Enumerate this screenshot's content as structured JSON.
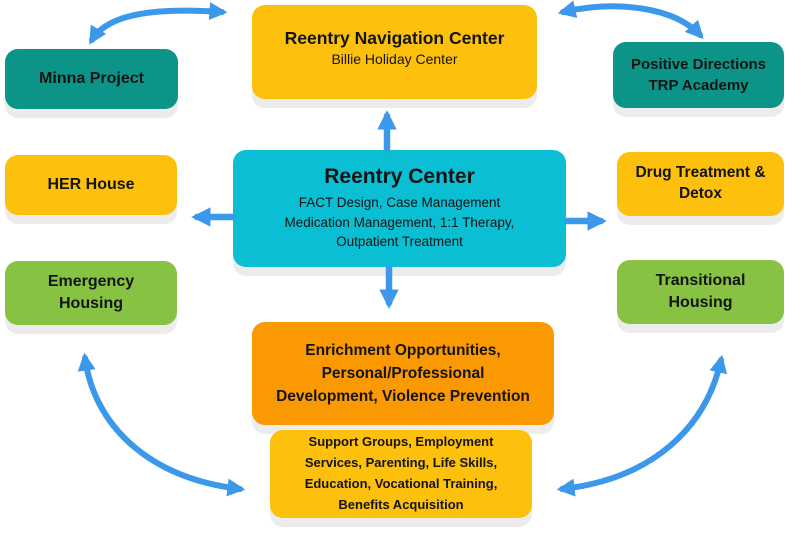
{
  "colors": {
    "background": "#FFFFFF",
    "teal": "#0D9488",
    "yellow": "#FCC00D",
    "cyan": "#0ABFD4",
    "green": "#87C243",
    "orange": "#FB9902",
    "arrow": "#3C98EB",
    "text": "#141414",
    "shadow": "#ECECEC"
  },
  "nodes": {
    "minna": {
      "label": "Minna Project"
    },
    "navigation_center": {
      "title": "Reentry Navigation Center",
      "subtitle": "Billie Holiday Center"
    },
    "positive_directions": {
      "label": "Positive Directions TRP Academy"
    },
    "her_house": {
      "label": "HER House"
    },
    "reentry_center": {
      "title": "Reentry Center",
      "lines": [
        "FACT Design, Case Management",
        "Medication Management, 1:1 Therapy,",
        "Outpatient Treatment"
      ]
    },
    "drug_treatment": {
      "label": "Drug Treatment & Detox"
    },
    "emergency_housing": {
      "label": "Emergency Housing"
    },
    "transitional_housing": {
      "label": "Transitional Housing"
    },
    "enrichment": {
      "lines": [
        "Enrichment Opportunities,",
        "Personal/Professional",
        "Development, Violence Prevention"
      ]
    },
    "support_services": {
      "lines": [
        "Support Groups, Employment",
        "Services, Parenting, Life Skills,",
        "Education, Vocational Training,",
        "Benefits Acquisition"
      ]
    }
  },
  "arrows": [
    {
      "between": [
        "Minna Project",
        "Reentry Navigation Center"
      ],
      "double_headed": true,
      "shape": "curved"
    },
    {
      "between": [
        "Reentry Navigation Center",
        "Positive Directions TRP Academy"
      ],
      "double_headed": true,
      "shape": "curved"
    },
    {
      "between": [
        "Reentry Center",
        "Reentry Navigation Center"
      ],
      "double_headed": false,
      "shape": "straight-up"
    },
    {
      "between": [
        "Reentry Center",
        "HER House"
      ],
      "double_headed": false,
      "shape": "straight-left"
    },
    {
      "between": [
        "Reentry Center",
        "Drug Treatment & Detox"
      ],
      "double_headed": false,
      "shape": "straight-right"
    },
    {
      "between": [
        "Reentry Center",
        "Enrichment Opportunities"
      ],
      "double_headed": false,
      "shape": "straight-down"
    },
    {
      "between": [
        "Emergency Housing",
        "Support Services"
      ],
      "double_headed": true,
      "shape": "curved"
    },
    {
      "between": [
        "Support Services",
        "Transitional Housing"
      ],
      "double_headed": true,
      "shape": "curved"
    }
  ]
}
